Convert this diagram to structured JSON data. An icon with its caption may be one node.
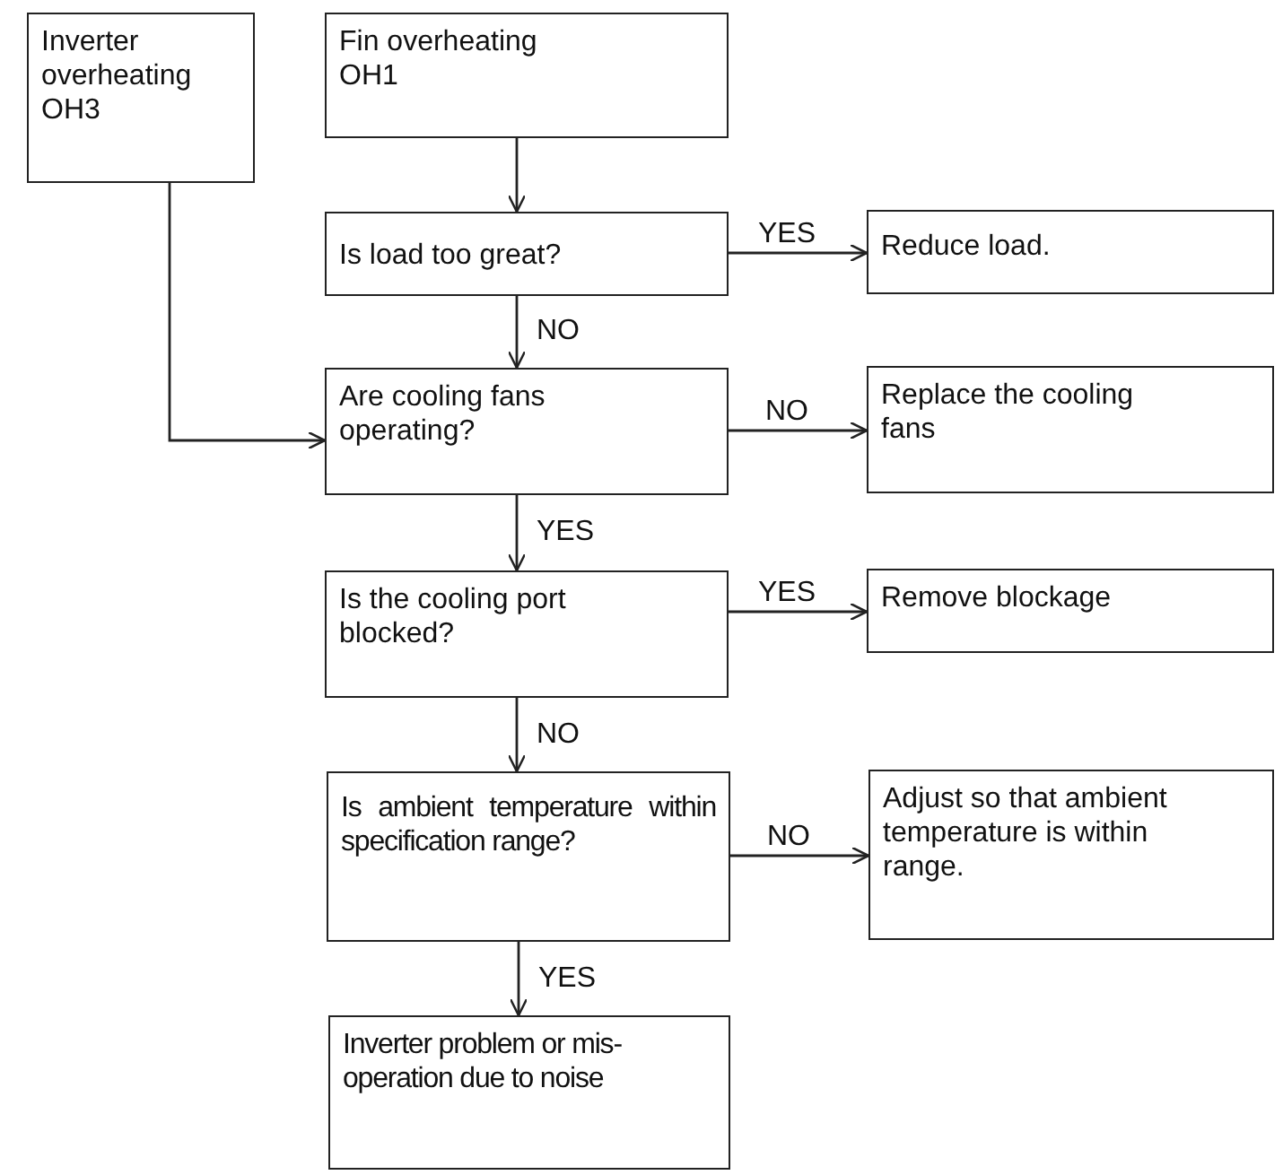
{
  "diagram": {
    "nodes": [
      {
        "text": [
          "Inverter overheating OH3"
        ]
      },
      {
        "text": [
          "Fin overheating OH1"
        ]
      },
      {
        "text": [
          "Is load too great?"
        ]
      },
      {
        "text": [
          "Reduce load."
        ]
      },
      {
        "text": [
          "Are cooling fans operating?"
        ]
      },
      {
        "text": [
          "Replace the cooling fans"
        ]
      },
      {
        "text": [
          "Is the cooling port blocked?"
        ]
      },
      {
        "text": [
          "Remove blockage"
        ]
      },
      {
        "text": [
          "Is ambient temperature within specification range?"
        ]
      },
      {
        "text": [
          "Adjust so that ambient temperature is within range."
        ]
      },
      {
        "text": [
          "Inverter problem or mis-operation due to noise"
        ]
      }
    ],
    "edges": [
      {
        "from": 1,
        "to": 2,
        "arrow": "to"
      },
      {
        "from": 2,
        "to": 3,
        "arrow": "to",
        "label": "YES"
      },
      {
        "from": 2,
        "to": 4,
        "arrow": "to",
        "label": "NO"
      },
      {
        "from": 0,
        "to": 4,
        "arrow": "to"
      },
      {
        "from": 4,
        "to": 5,
        "arrow": "to",
        "label": "NO"
      },
      {
        "from": 4,
        "to": 6,
        "arrow": "to",
        "label": "YES"
      },
      {
        "from": 6,
        "to": 7,
        "arrow": "to",
        "label": "YES"
      },
      {
        "from": 6,
        "to": 8,
        "arrow": "to",
        "label": "NO"
      },
      {
        "from": 8,
        "to": 9,
        "arrow": "to",
        "label": "NO"
      },
      {
        "from": 8,
        "to": 10,
        "arrow": "to",
        "label": "YES"
      }
    ]
  }
}
